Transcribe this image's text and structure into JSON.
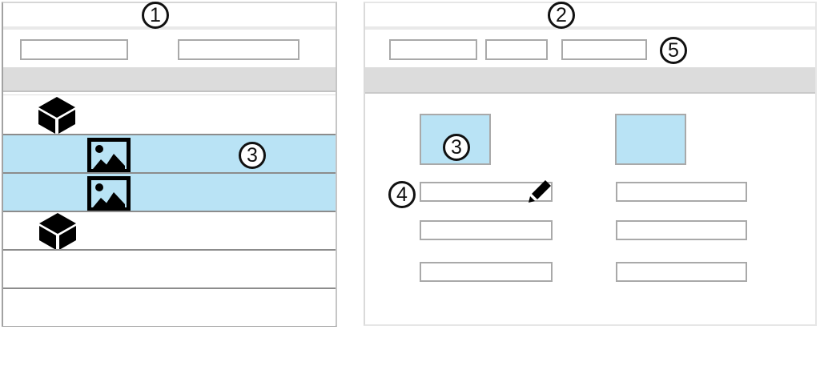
{
  "figure": {
    "kind": "ui-wireframe-with-callouts",
    "background": "#ffffff"
  },
  "colors": {
    "highlight_blue": "#b9e3f5",
    "gray_header_bar": "#dcdcdc",
    "field_border_gray": "#a9a9a9",
    "row_divider_gray": "#8c8c8c",
    "left_panel_border": "#a2a2a2",
    "right_panel_border": "#e3e3e3",
    "annotation_black": "#111111"
  },
  "left_panel": {
    "role": "list-view-mockup",
    "title_badge": "1",
    "toolbar": {
      "fields": [
        {
          "value": ""
        },
        {
          "value": ""
        }
      ]
    },
    "header_bar_label": "",
    "rows": [
      {
        "icon": "cube-icon",
        "highlighted": false
      },
      {
        "icon": "image-icon",
        "highlighted": true,
        "badge": "3"
      },
      {
        "icon": "image-icon",
        "highlighted": true
      },
      {
        "icon": "cube-icon",
        "highlighted": false
      },
      {
        "icon": "",
        "highlighted": false
      },
      {
        "icon": "",
        "highlighted": false
      }
    ]
  },
  "right_panel": {
    "role": "detail-form-mockup",
    "title_badge": "2",
    "toolbar": {
      "fields": [
        {
          "value": ""
        },
        {
          "value": ""
        },
        {
          "value": ""
        }
      ],
      "badge": "5"
    },
    "header_bar_label": "",
    "form": {
      "columns": [
        {
          "thumbnail": {
            "highlighted": true,
            "badge": "3"
          },
          "row1_badge": "4",
          "fields": [
            {
              "value": "",
              "icon": "pencil-icon"
            },
            {
              "value": ""
            },
            {
              "value": ""
            }
          ]
        },
        {
          "thumbnail": {
            "highlighted": true
          },
          "fields": [
            {
              "value": ""
            },
            {
              "value": ""
            },
            {
              "value": ""
            }
          ]
        }
      ]
    }
  }
}
